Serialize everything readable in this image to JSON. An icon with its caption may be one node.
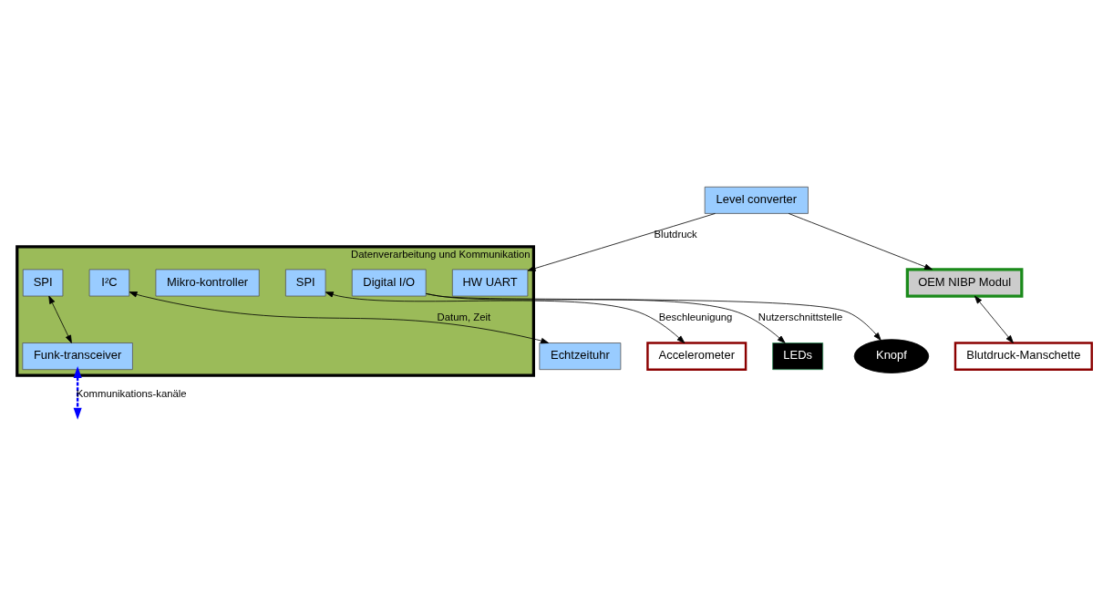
{
  "diagram": {
    "nodes": [
      {
        "text": [
          "OEM NIBP Modul"
        ]
      },
      {
        "text": [
          "Blutdruck-Manschette"
        ]
      },
      {
        "text": [
          "Level converter"
        ]
      },
      {
        "text": [
          "Echtzeituhr"
        ]
      },
      {
        "text": [
          "Accelerometer"
        ]
      },
      {
        "text": [
          "Datenverarbeitung und Kommunikation"
        ]
      },
      {
        "text": [
          "HW UART"
        ],
        "in": 5
      },
      {
        "text": [
          "I²C"
        ],
        "in": 5
      },
      {
        "text": [
          "SPI"
        ],
        "in": 5
      },
      {
        "text": [
          "Mikro-kontroller"
        ],
        "in": 5
      },
      {
        "text": [
          "SPI"
        ],
        "in": 5
      },
      {
        "text": [
          "Digital I/O"
        ],
        "in": 5
      },
      {
        "text": [
          "Funk-transceiver"
        ],
        "in": 5
      },
      {
        "text": [
          "LEDs"
        ]
      },
      {
        "text": [
          "Knopf"
        ]
      }
    ],
    "edges": [
      {
        "from": 0,
        "to": 1,
        "arrow": "both"
      },
      {
        "from": 2,
        "to": 0,
        "arrow": "to"
      },
      {
        "from": 2,
        "to": 6,
        "arrow": "to",
        "label": "Blutdruck"
      },
      {
        "from": 7,
        "to": 3,
        "arrow": "both",
        "label": "Datum, Zeit"
      },
      {
        "from": 8,
        "to": 4,
        "arrow": "both",
        "label": "Beschleunigung"
      },
      {
        "from": 10,
        "to": 12,
        "arrow": "both"
      },
      {
        "from": 12,
        "to": null,
        "arrow": "both",
        "label": "Kommunikations-kanäle",
        "style": "dashed",
        "color": "#0000ff"
      },
      {
        "from": 11,
        "to": 13,
        "arrow": "to",
        "label": "Nutzerschnittstelle"
      },
      {
        "from": 11,
        "to": 14,
        "arrow": "to"
      }
    ]
  }
}
